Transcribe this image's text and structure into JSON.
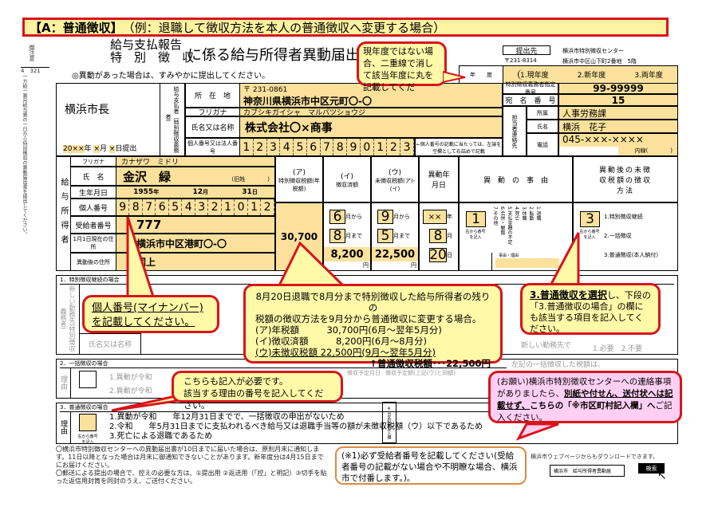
{
  "banner": {
    "main": "【A：普通徴収】",
    "sub": "（例：退職して徴収方法を本人の普通徴収へ変更する場合）"
  },
  "title": {
    "line1": "給与支払報告",
    "line2": "特　別　徴　収",
    "main": "に係る給与所得者異動届出書"
  },
  "side_note": {
    "head": "御注意",
    "nums": "4　321",
    "text": "一方給一異月給与異の一日から特別徴収の異動届出書を提出してください。"
  },
  "instruction": "◎異動があった場合は、すみやかに提出してください。",
  "submit_to": {
    "label": "提出先",
    "postal": "〒231-8314",
    "name": "横浜市特別徴収センター",
    "address": "横浜市中区山下町2番地　5階"
  },
  "fiscal_year": {
    "label": "年　　度",
    "options": [
      "1.現年度",
      "2.新年度",
      "3.両年度"
    ],
    "selected": "1.現年度"
  },
  "recipient": {
    "name": "横浜市長",
    "date": "20××",
    "date_year": "年",
    "month": "×",
    "month_label": "月",
    "day": "×",
    "day_label": "日提出"
  },
  "payer": {
    "section_label": "給与支払者（特別徴収義務者）",
    "address_label": "所　在　地",
    "postal": "〒 231-0861",
    "address": "神奈川県横浜市中区元町〇-〇",
    "kana_label": "フリガナ",
    "kana": "カブシキガイシャ　マルバツショウジ",
    "name_label": "氏名又は名称",
    "name": "株式会社〇×商事",
    "number_label": "個人番号又は法人番号",
    "number_digits": [
      "1",
      "2",
      "3",
      "4",
      "5",
      "6",
      "7",
      "8",
      "9",
      "0",
      "1",
      "2",
      "3"
    ],
    "number_note": "←個人番号の記載に当たっては、左端を空欄として右詰めで記載"
  },
  "payer_right": {
    "designation_label": "特別徴収義務者指定番号",
    "designation": "99-99999",
    "atena_label": "宛　名　番　号",
    "atena": "15",
    "contact_label": "担当者連絡先",
    "dept_label": "所属",
    "dept": "人事労務課",
    "person_label": "氏名",
    "person": "横浜　花子",
    "phone_label": "電話",
    "phone": "045-×××-××××",
    "ext": "内線(　　　　)"
  },
  "employee": {
    "section_label": "給与所得者",
    "kana_label": "フリガナ",
    "kana": "カナザワ　ミドリ",
    "name_label": "氏　名",
    "name": "金沢　緑",
    "old_name": "(旧姓　　　　)",
    "birth_label": "生年月日",
    "birth_year": "1955",
    "birth_month": "12",
    "birth_day": "31",
    "y": "年",
    "m": "月",
    "d": "日",
    "number_label": "個人番号",
    "number_digits": [
      "9",
      "8",
      "7",
      "6",
      "5",
      "4",
      "3",
      "2",
      "1",
      "0",
      "1",
      "2"
    ],
    "recipient_no_label": "受給者番号",
    "recipient_no": "777",
    "jan1_label": "1月1日現在の住所",
    "jan1_address": "横浜市中区港町〇-〇",
    "new_label": "異動後の住所",
    "new_address": "同上"
  },
  "tax": {
    "a_head": "(ア)",
    "a_label": "特別徴収税額(年税額)",
    "a_value": "30,700",
    "i_head": "(イ)",
    "i_label": "徴収済額",
    "i_from": "6",
    "i_from_label": "月から",
    "i_to": "8",
    "i_to_label": "月まで",
    "i_value": "8,200",
    "u_head": "(ウ)",
    "u_label": "未徴収税額(ア)-(イ)",
    "u_from": "9",
    "u_from_label": "月から",
    "u_to": "5",
    "u_to_label": "月まで",
    "u_value": "22,500",
    "yen": "円"
  },
  "change_date": {
    "label": "異動年月日",
    "year": "××",
    "year_label": "年",
    "month": "8",
    "month_label": "月",
    "day": "20",
    "day_label": "日"
  },
  "reason": {
    "label": "異　動　の　事　由",
    "value": "1",
    "hint": "右から番号を記入",
    "list": [
      "1.退職",
      "2.転勤",
      "3.休職",
      "4.死亡",
      "5.支払金額の不足",
      "6.合併・解散",
      "7.その他"
    ],
    "note": "事由・理由"
  },
  "method": {
    "label": "異動後の未徴収税額の徴収方法",
    "value": "3",
    "hint": "右から番号を記入",
    "options": [
      "1.特別徴収継続",
      "2.一括徴収",
      "3.普通徴収(本人納付)"
    ]
  },
  "section1": {
    "title": "1．特別徴収継続の場合",
    "vertical": "新しい勤務先(特別徴収義務者)",
    "name_label": "氏名又は名称",
    "right_head": "新しい勤務先で",
    "need_options": "1.必要　2.不要"
  },
  "section2": {
    "title": "2．一括徴収の場合",
    "reason_label": "理由",
    "item1": "1.異動が令和",
    "item2": "2.異動が令和",
    "col1": "徴収予定月日",
    "col2": "徴収予定額(上記(ウ)と同額)",
    "right": "左記の一括徴収した税額は、",
    "m": "月",
    "d": "日"
  },
  "section3": {
    "title": "3．普通徴収の場合",
    "reason_label": "理由",
    "hint": "右から番号を記入",
    "items": [
      "1.異動が令和　　年12月31日までで、一括徴収の申出がないため",
      "2.令和　　年5月31日までに支払われるべき給与又は退職手当等の額が未徴収税額（ウ）以下であるため",
      "3.死亡による退職であるため"
    ],
    "municipal": "※市区町村記入欄"
  },
  "notes": [
    "〇横浜市特別徴収センターへの異動届出書が10日までに届いた場合は、原則月末に通知します。11日以降となった場合は月末に御通知できないことがあります。新年度分は4月15日までにお届けください。",
    "〇郵送による提出の場合で、控えの必要な方は、①提出用 ②返送用（「控」と明記）③切手を貼った返信用封筒を同封のうえ、ご送付ください。"
  ],
  "callouts": {
    "year": "現年度ではない場合、二重線で消して該当年度に丸を記載してくだ",
    "mynumber": "個人番号(マイナンバー)を記載してください。",
    "main_lines": [
      "8月20日退職で8月分まで特別徴収した給与所得者の残りの",
      "税額の徴収方法を9月分から普通徴収に変更する場合。",
      "(ア)年税額　　　30,700円(6月～翌年5月分)",
      "(イ)徴収済額　　　8,200円(6月～8月分)",
      "(ウ)未徴収税額 22,500円(9月～翌年5月分)",
      "↑普通徴収税額･･･22,500円"
    ],
    "method_strong": "3.普通徴収を選択",
    "method_rest": "し、下段の「3.普通徴収の場合」の欄にも該当する項目を記入してください。",
    "reason3": [
      "こちらも記入が必要です。",
      "該当する理由の番号を記入してください。"
    ],
    "request_a": "(お願い)横浜市特別徴収センターへの連絡事項がありましたら、",
    "request_b": "別紙や付せん、送付状へは記載せず、",
    "request_c": "こちらの「※市区町村記入欄」へ",
    "request_d": "ご記入ください。",
    "recipient_no": "(※1)必ず受給者番号を記載してください(受給者番号の記載がない場合や不明瞭な場合、横浜市で付番します。)。"
  },
  "download": {
    "text": "横浜市ウェブページからもダウンロードできます。",
    "search_value": "横浜市　給与所得者異動届",
    "search_button": "検索"
  },
  "colors": {
    "accent_red": "#d9141b",
    "field_yellow": "#fbe19c",
    "callout_yellow": "#fff9a8",
    "callout_pink": "#ffd0f4",
    "orange": "#e08a3c"
  }
}
